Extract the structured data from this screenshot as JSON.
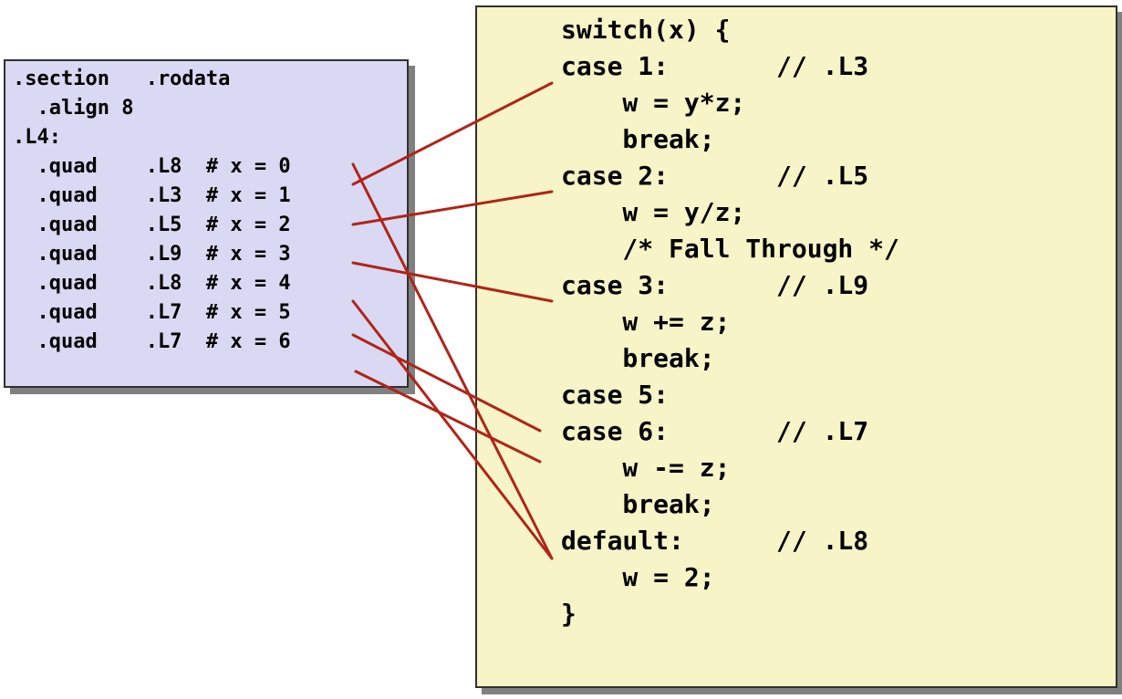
{
  "jump_table": {
    "lines": [
      ".section   .rodata",
      "  .align 8",
      ".L4:",
      "  .quad    .L8  # x = 0",
      "  .quad    .L3  # x = 1",
      "  .quad    .L5  # x = 2",
      "  .quad    .L9  # x = 3",
      "  .quad    .L8  # x = 4",
      "  .quad    .L7  # x = 5",
      "  .quad    .L7  # x = 6"
    ]
  },
  "c_code": {
    "lines": [
      "switch(x) {",
      "case 1:       // .L3",
      "    w = y*z;",
      "    break;",
      "case 2:       // .L5",
      "    w = y/z;",
      "    /* Fall Through */",
      "case 3:       // .L9",
      "    w += z;",
      "    break;",
      "case 5:",
      "case 6:       // .L7",
      "    w -= z;",
      "    break;",
      "default:      // .L8",
      "    w = 2;",
      "}"
    ]
  },
  "connector_color": "#b02418"
}
